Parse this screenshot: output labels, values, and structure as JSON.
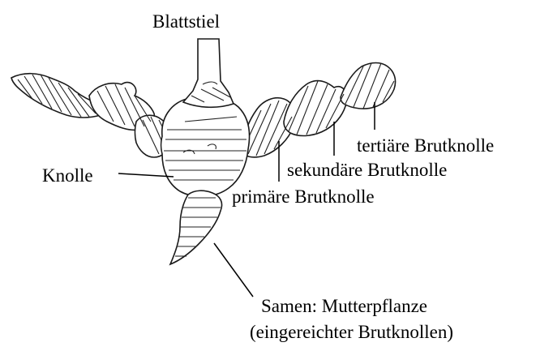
{
  "labels": {
    "petiole": "Blattstiel",
    "tuber": "Knolle",
    "primary": "primäre Brutknolle",
    "secondary": "sekundäre Brutknolle",
    "tertiary": "tertiäre Brutknolle",
    "seed_line1": "Samen: Mutterpflanze",
    "seed_line2": "(eingereichter Brutknollen)"
  },
  "colors": {
    "ink": "#1a1a1a",
    "background": "#ffffff"
  }
}
